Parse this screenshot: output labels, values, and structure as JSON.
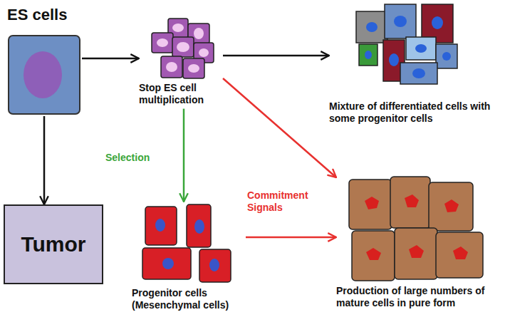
{
  "diagram": {
    "nodes": [
      {
        "text": [
          "ES cells"
        ]
      },
      {
        "text": [
          "Tumor"
        ]
      },
      {
        "text": [
          "Stop ES cell multiplication"
        ]
      },
      {
        "text": [
          "Mixture of differentiated cells with some progenitor cells"
        ]
      },
      {
        "text": [
          "Progenitor cells (Mesenchymal cells)"
        ]
      },
      {
        "text": [
          "Production of large numbers of mature cells in pure form"
        ]
      }
    ],
    "edges": [
      {
        "from": 0,
        "to": 2,
        "arrow": "to"
      },
      {
        "from": 0,
        "to": 1,
        "arrow": "to"
      },
      {
        "from": 2,
        "to": 3,
        "arrow": "to"
      },
      {
        "from": 2,
        "to": 4,
        "arrow": "to",
        "label": "Selection"
      },
      {
        "from": 2,
        "to": 5,
        "arrow": "to"
      },
      {
        "from": 4,
        "to": 5,
        "arrow": "to",
        "label": "Commitment Signals"
      }
    ]
  }
}
